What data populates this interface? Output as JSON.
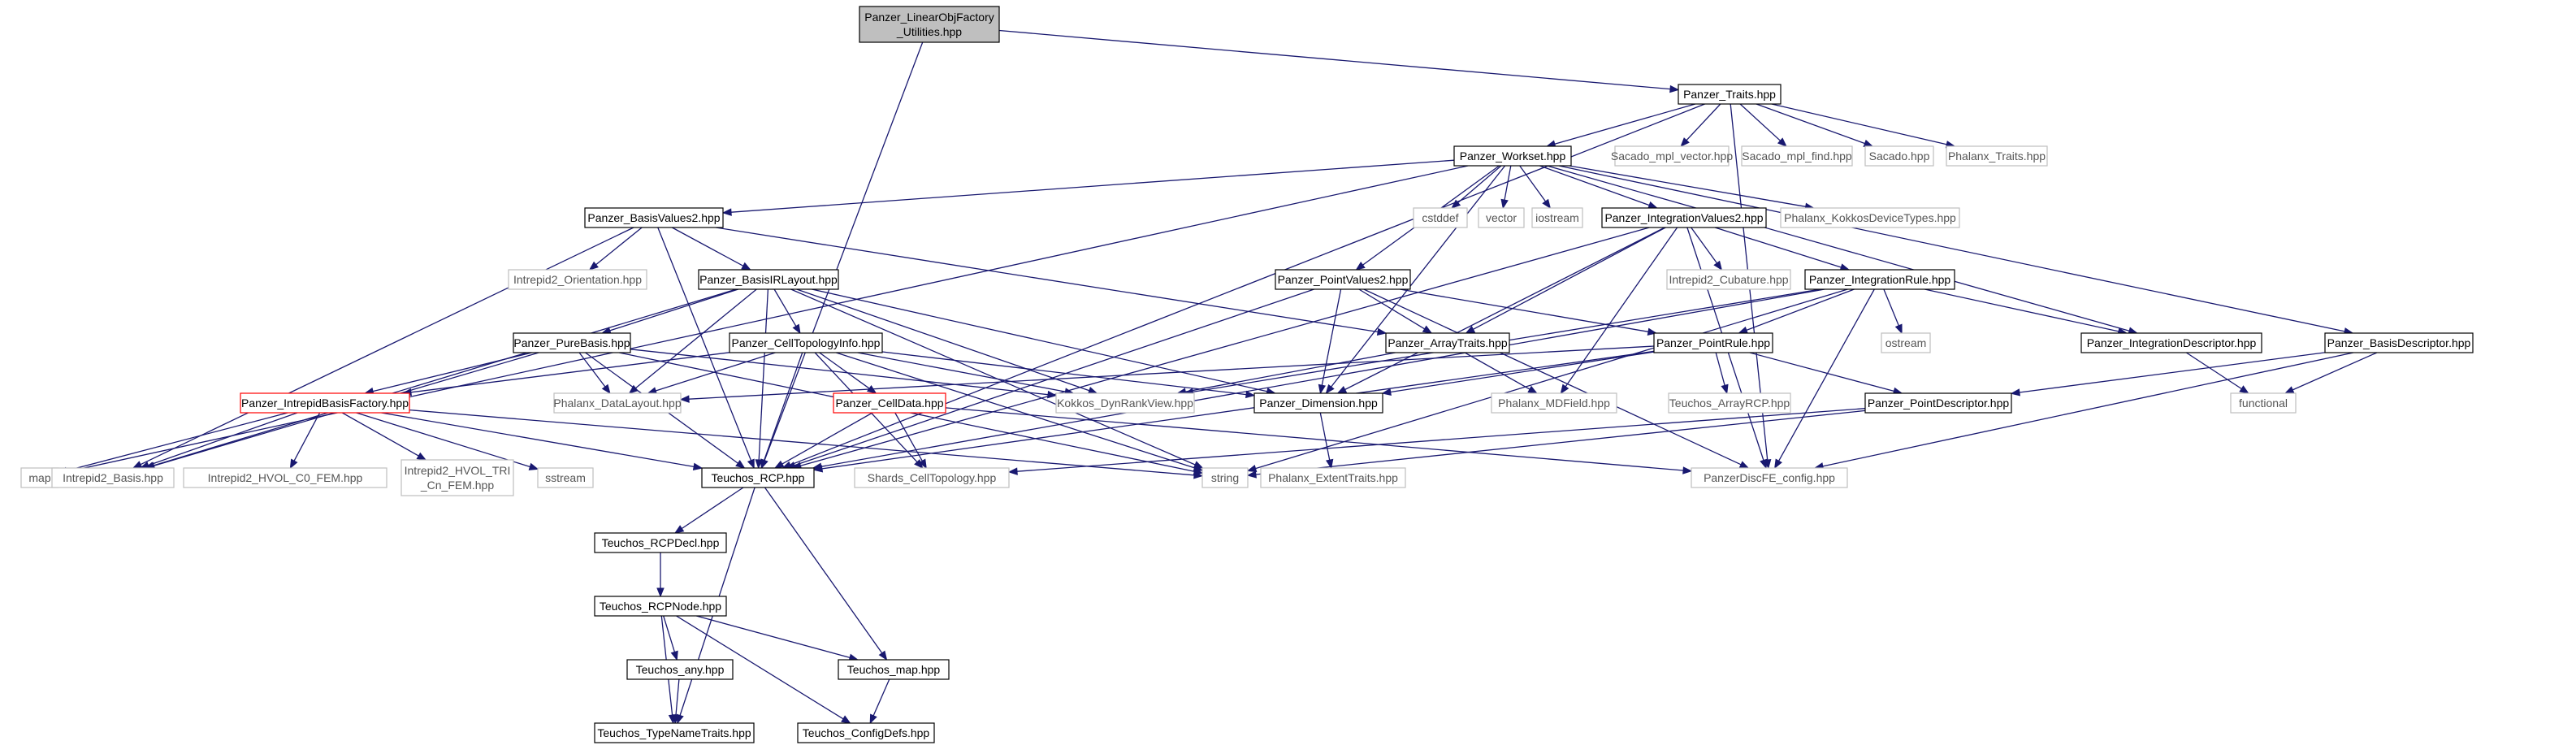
{
  "colors": {
    "edge": "#191970",
    "normal_border": "#000000",
    "external_border": "#bfbfbf",
    "missing_border": "#ff0000",
    "root_fill": "#bfbfbf",
    "node_fill": "#ffffff",
    "external_text": "#555555"
  },
  "nodes": [
    {
      "id": "root",
      "lines": [
        "Panzer_LinearObjFactory",
        "_Utilities.hpp"
      ],
      "kind": "root"
    },
    {
      "id": "traits",
      "lines": [
        "Panzer_Traits.hpp"
      ],
      "kind": "normal"
    },
    {
      "id": "workset",
      "lines": [
        "Panzer_Workset.hpp"
      ],
      "kind": "normal"
    },
    {
      "id": "sacado_vec",
      "lines": [
        "Sacado_mpl_vector.hpp"
      ],
      "kind": "external"
    },
    {
      "id": "sacado_find",
      "lines": [
        "Sacado_mpl_find.hpp"
      ],
      "kind": "external"
    },
    {
      "id": "sacado",
      "lines": [
        "Sacado.hpp"
      ],
      "kind": "external"
    },
    {
      "id": "phalanx_traits",
      "lines": [
        "Phalanx_Traits.hpp"
      ],
      "kind": "external"
    },
    {
      "id": "basisvalues2",
      "lines": [
        "Panzer_BasisValues2.hpp"
      ],
      "kind": "normal"
    },
    {
      "id": "cstddef",
      "lines": [
        "cstddef"
      ],
      "kind": "external"
    },
    {
      "id": "vector",
      "lines": [
        "vector"
      ],
      "kind": "external"
    },
    {
      "id": "iostream",
      "lines": [
        "iostream"
      ],
      "kind": "external"
    },
    {
      "id": "intvalues2",
      "lines": [
        "Panzer_IntegrationValues2.hpp"
      ],
      "kind": "normal"
    },
    {
      "id": "phalanx_kokkos",
      "lines": [
        "Phalanx_KokkosDeviceTypes.hpp"
      ],
      "kind": "external"
    },
    {
      "id": "intrepid_orient",
      "lines": [
        "Intrepid2_Orientation.hpp"
      ],
      "kind": "external"
    },
    {
      "id": "basisirlayout",
      "lines": [
        "Panzer_BasisIRLayout.hpp"
      ],
      "kind": "normal"
    },
    {
      "id": "pointvalues2",
      "lines": [
        "Panzer_PointValues2.hpp"
      ],
      "kind": "normal"
    },
    {
      "id": "intrepid_cub",
      "lines": [
        "Intrepid2_Cubature.hpp"
      ],
      "kind": "external"
    },
    {
      "id": "intrule",
      "lines": [
        "Panzer_IntegrationRule.hpp"
      ],
      "kind": "normal"
    },
    {
      "id": "purebasis",
      "lines": [
        "Panzer_PureBasis.hpp"
      ],
      "kind": "normal"
    },
    {
      "id": "celltopo",
      "lines": [
        "Panzer_CellTopologyInfo.hpp"
      ],
      "kind": "normal"
    },
    {
      "id": "arraytraits",
      "lines": [
        "Panzer_ArrayTraits.hpp"
      ],
      "kind": "normal"
    },
    {
      "id": "pointrule",
      "lines": [
        "Panzer_PointRule.hpp"
      ],
      "kind": "normal"
    },
    {
      "id": "ostream",
      "lines": [
        "ostream"
      ],
      "kind": "external"
    },
    {
      "id": "intdesc",
      "lines": [
        "Panzer_IntegrationDescriptor.hpp"
      ],
      "kind": "normal"
    },
    {
      "id": "basisdesc",
      "lines": [
        "Panzer_BasisDescriptor.hpp"
      ],
      "kind": "normal"
    },
    {
      "id": "intrepid_factory",
      "lines": [
        "Panzer_IntrepidBasisFactory.hpp"
      ],
      "kind": "missing"
    },
    {
      "id": "phalanx_dl",
      "lines": [
        "Phalanx_DataLayout.hpp"
      ],
      "kind": "external"
    },
    {
      "id": "celldata",
      "lines": [
        "Panzer_CellData.hpp"
      ],
      "kind": "missing"
    },
    {
      "id": "kokkos_dyn",
      "lines": [
        "Kokkos_DynRankView.hpp"
      ],
      "kind": "external"
    },
    {
      "id": "dimension",
      "lines": [
        "Panzer_Dimension.hpp"
      ],
      "kind": "normal"
    },
    {
      "id": "phalanx_mdf",
      "lines": [
        "Phalanx_MDField.hpp"
      ],
      "kind": "external"
    },
    {
      "id": "teuchos_arcp",
      "lines": [
        "Teuchos_ArrayRCP.hpp"
      ],
      "kind": "external"
    },
    {
      "id": "pointdesc",
      "lines": [
        "Panzer_PointDescriptor.hpp"
      ],
      "kind": "normal"
    },
    {
      "id": "functional",
      "lines": [
        "functional"
      ],
      "kind": "external"
    },
    {
      "id": "map",
      "lines": [
        "map"
      ],
      "kind": "external"
    },
    {
      "id": "intrepid_basis",
      "lines": [
        "Intrepid2_Basis.hpp"
      ],
      "kind": "external"
    },
    {
      "id": "intrepid_hvol_c0",
      "lines": [
        "Intrepid2_HVOL_C0_FEM.hpp"
      ],
      "kind": "external"
    },
    {
      "id": "intrepid_hvol_tri",
      "lines": [
        "Intrepid2_HVOL_TRI",
        "_Cn_FEM.hpp"
      ],
      "kind": "external"
    },
    {
      "id": "sstream",
      "lines": [
        "sstream"
      ],
      "kind": "external"
    },
    {
      "id": "teuchos_rcp",
      "lines": [
        "Teuchos_RCP.hpp"
      ],
      "kind": "normal"
    },
    {
      "id": "shards",
      "lines": [
        "Shards_CellTopology.hpp"
      ],
      "kind": "external"
    },
    {
      "id": "string",
      "lines": [
        "string"
      ],
      "kind": "external"
    },
    {
      "id": "phalanx_ext",
      "lines": [
        "Phalanx_ExtentTraits.hpp"
      ],
      "kind": "external"
    },
    {
      "id": "panzer_config",
      "lines": [
        "PanzerDiscFE_config.hpp"
      ],
      "kind": "external"
    },
    {
      "id": "rcpdecl",
      "lines": [
        "Teuchos_RCPDecl.hpp"
      ],
      "kind": "normal"
    },
    {
      "id": "rcpnode",
      "lines": [
        "Teuchos_RCPNode.hpp"
      ],
      "kind": "normal"
    },
    {
      "id": "teuchos_any",
      "lines": [
        "Teuchos_any.hpp"
      ],
      "kind": "normal"
    },
    {
      "id": "teuchos_map",
      "lines": [
        "Teuchos_map.hpp"
      ],
      "kind": "normal"
    },
    {
      "id": "typenametraits",
      "lines": [
        "Teuchos_TypeNameTraits.hpp"
      ],
      "kind": "normal"
    },
    {
      "id": "configdefs",
      "lines": [
        "Teuchos_ConfigDefs.hpp"
      ],
      "kind": "normal"
    }
  ],
  "edges": [
    {
      "from": "root",
      "to": "traits"
    },
    {
      "from": "root",
      "to": "teuchos_rcp"
    },
    {
      "from": "traits",
      "to": "workset"
    },
    {
      "from": "traits",
      "to": "sacado_vec"
    },
    {
      "from": "traits",
      "to": "sacado_find"
    },
    {
      "from": "traits",
      "to": "sacado"
    },
    {
      "from": "traits",
      "to": "phalanx_traits"
    },
    {
      "from": "traits",
      "to": "teuchos_rcp"
    },
    {
      "from": "traits",
      "to": "panzer_config"
    },
    {
      "from": "workset",
      "to": "basisvalues2"
    },
    {
      "from": "workset",
      "to": "cstddef"
    },
    {
      "from": "workset",
      "to": "vector"
    },
    {
      "from": "workset",
      "to": "iostream"
    },
    {
      "from": "workset",
      "to": "intvalues2"
    },
    {
      "from": "workset",
      "to": "phalanx_kokkos"
    },
    {
      "from": "workset",
      "to": "pointvalues2"
    },
    {
      "from": "workset",
      "to": "intdesc"
    },
    {
      "from": "workset",
      "to": "basisdesc"
    },
    {
      "from": "workset",
      "to": "map"
    },
    {
      "from": "workset",
      "to": "dimension"
    },
    {
      "from": "basisvalues2",
      "to": "intrepid_orient"
    },
    {
      "from": "basisvalues2",
      "to": "basisirlayout"
    },
    {
      "from": "basisvalues2",
      "to": "arraytraits"
    },
    {
      "from": "basisvalues2",
      "to": "intrepid_basis"
    },
    {
      "from": "basisvalues2",
      "to": "teuchos_rcp"
    },
    {
      "from": "intvalues2",
      "to": "intrepid_cub"
    },
    {
      "from": "intvalues2",
      "to": "intrule"
    },
    {
      "from": "intvalues2",
      "to": "arraytraits"
    },
    {
      "from": "intvalues2",
      "to": "phalanx_mdf"
    },
    {
      "from": "intvalues2",
      "to": "teuchos_rcp"
    },
    {
      "from": "intvalues2",
      "to": "dimension"
    },
    {
      "from": "intvalues2",
      "to": "panzer_config"
    },
    {
      "from": "basisirlayout",
      "to": "purebasis"
    },
    {
      "from": "basisirlayout",
      "to": "celltopo"
    },
    {
      "from": "basisirlayout",
      "to": "phalanx_dl"
    },
    {
      "from": "basisirlayout",
      "to": "kokkos_dyn"
    },
    {
      "from": "basisirlayout",
      "to": "dimension"
    },
    {
      "from": "basisirlayout",
      "to": "string"
    },
    {
      "from": "basisirlayout",
      "to": "teuchos_rcp"
    },
    {
      "from": "basisirlayout",
      "to": "intrepid_basis"
    },
    {
      "from": "pointvalues2",
      "to": "arraytraits"
    },
    {
      "from": "pointvalues2",
      "to": "pointrule"
    },
    {
      "from": "pointvalues2",
      "to": "dimension"
    },
    {
      "from": "pointvalues2",
      "to": "teuchos_rcp"
    },
    {
      "from": "pointvalues2",
      "to": "panzer_config"
    },
    {
      "from": "intrule",
      "to": "pointrule"
    },
    {
      "from": "intrule",
      "to": "ostream"
    },
    {
      "from": "intrule",
      "to": "intdesc"
    },
    {
      "from": "intrule",
      "to": "teuchos_rcp"
    },
    {
      "from": "intrule",
      "to": "string"
    },
    {
      "from": "intrule",
      "to": "kokkos_dyn"
    },
    {
      "from": "intrule",
      "to": "panzer_config"
    },
    {
      "from": "purebasis",
      "to": "intrepid_factory"
    },
    {
      "from": "purebasis",
      "to": "phalanx_dl"
    },
    {
      "from": "purebasis",
      "to": "kokkos_dyn"
    },
    {
      "from": "purebasis",
      "to": "teuchos_rcp"
    },
    {
      "from": "purebasis",
      "to": "intrepid_basis"
    },
    {
      "from": "purebasis",
      "to": "string"
    },
    {
      "from": "celltopo",
      "to": "intrepid_factory"
    },
    {
      "from": "celltopo",
      "to": "phalanx_dl"
    },
    {
      "from": "celltopo",
      "to": "celldata"
    },
    {
      "from": "celltopo",
      "to": "kokkos_dyn"
    },
    {
      "from": "celltopo",
      "to": "dimension"
    },
    {
      "from": "celltopo",
      "to": "teuchos_rcp"
    },
    {
      "from": "celltopo",
      "to": "shards"
    },
    {
      "from": "celltopo",
      "to": "string"
    },
    {
      "from": "arraytraits",
      "to": "phalanx_mdf"
    },
    {
      "from": "arraytraits",
      "to": "kokkos_dyn"
    },
    {
      "from": "pointrule",
      "to": "phalanx_dl"
    },
    {
      "from": "pointrule",
      "to": "dimension"
    },
    {
      "from": "pointrule",
      "to": "teuchos_arcp"
    },
    {
      "from": "pointrule",
      "to": "pointdesc"
    },
    {
      "from": "pointrule",
      "to": "teuchos_rcp"
    },
    {
      "from": "intdesc",
      "to": "functional"
    },
    {
      "from": "basisdesc",
      "to": "functional"
    },
    {
      "from": "basisdesc",
      "to": "pointdesc"
    },
    {
      "from": "basisdesc",
      "to": "panzer_config"
    },
    {
      "from": "pointdesc",
      "to": "string"
    },
    {
      "from": "pointdesc",
      "to": "shards"
    },
    {
      "from": "intrepid_factory",
      "to": "map"
    },
    {
      "from": "intrepid_factory",
      "to": "intrepid_basis"
    },
    {
      "from": "intrepid_factory",
      "to": "intrepid_hvol_c0"
    },
    {
      "from": "intrepid_factory",
      "to": "intrepid_hvol_tri"
    },
    {
      "from": "intrepid_factory",
      "to": "sstream"
    },
    {
      "from": "intrepid_factory",
      "to": "teuchos_rcp"
    },
    {
      "from": "intrepid_factory",
      "to": "string"
    },
    {
      "from": "celldata",
      "to": "teuchos_rcp"
    },
    {
      "from": "celldata",
      "to": "shards"
    },
    {
      "from": "celldata",
      "to": "panzer_config"
    },
    {
      "from": "dimension",
      "to": "phalanx_ext"
    },
    {
      "from": "teuchos_rcp",
      "to": "rcpdecl"
    },
    {
      "from": "teuchos_rcp",
      "to": "teuchos_map"
    },
    {
      "from": "teuchos_rcp",
      "to": "typenametraits"
    },
    {
      "from": "rcpdecl",
      "to": "rcpnode"
    },
    {
      "from": "rcpnode",
      "to": "teuchos_any"
    },
    {
      "from": "rcpnode",
      "to": "teuchos_map"
    },
    {
      "from": "rcpnode",
      "to": "typenametraits"
    },
    {
      "from": "rcpnode",
      "to": "configdefs"
    },
    {
      "from": "teuchos_any",
      "to": "typenametraits"
    },
    {
      "from": "teuchos_map",
      "to": "configdefs"
    }
  ]
}
